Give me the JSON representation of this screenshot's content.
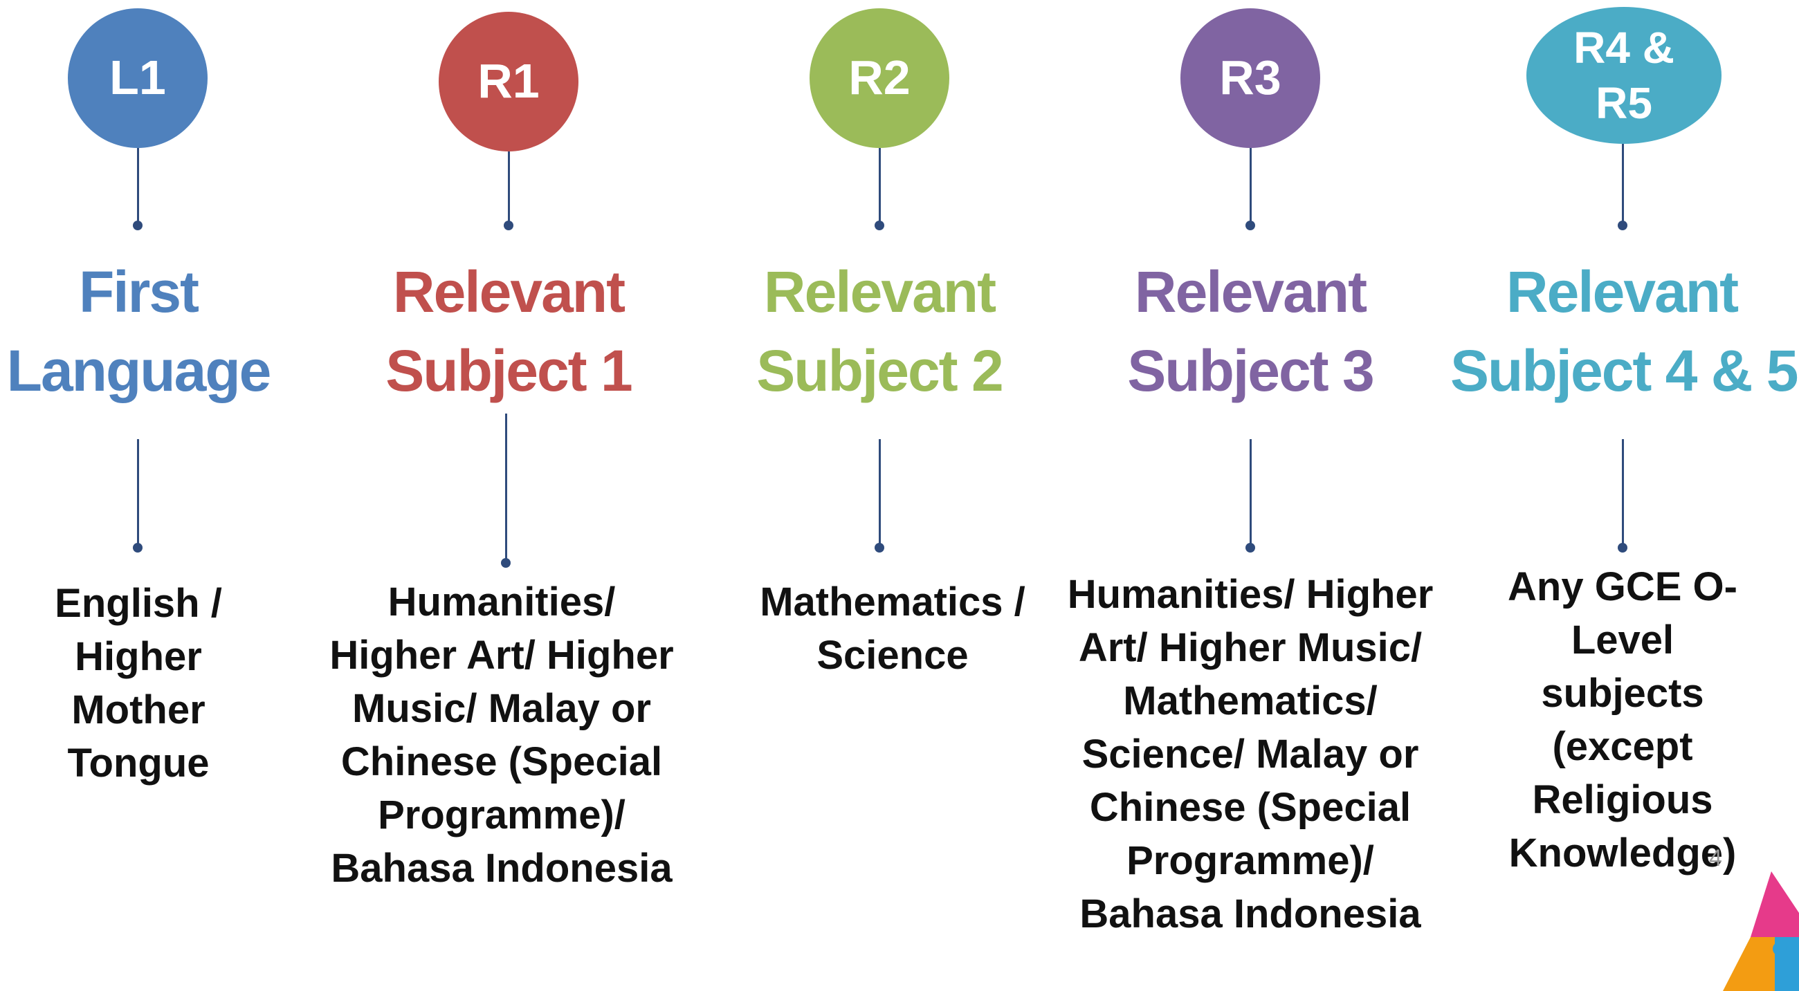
{
  "columns": [
    {
      "badge": "L1",
      "heading_line1": "First",
      "heading_line2": "Language",
      "subjects": "English / Higher Mother Tongue",
      "color": "#4f81bd"
    },
    {
      "badge": "R1",
      "heading_line1": "Relevant",
      "heading_line2": "Subject 1",
      "subjects": "Humanities/ Higher Art/ Higher Music/ Malay or Chinese (Special Programme)/ Bahasa Indonesia",
      "color": "#c0504d"
    },
    {
      "badge": "R2",
      "heading_line1": "Relevant",
      "heading_line2": "Subject 2",
      "subjects": "Mathematics / Science",
      "color": "#9bbb59"
    },
    {
      "badge": "R3",
      "heading_line1": "Relevant",
      "heading_line2": "Subject 3",
      "subjects": "Humanities/ Higher Art/ Higher Music/ Mathematics/ Science/ Malay or Chinese (Special Programme)/ Bahasa Indonesia",
      "color": "#8064a2"
    },
    {
      "badge": "R4 &\nR5",
      "heading_line1": "Relevant",
      "heading_line2": "Subject 4 & 5",
      "subjects": "Any GCE O-Level subjects (except Religious Knowledge)",
      "color": "#4bacc6"
    }
  ],
  "page_number": "4",
  "logo": {
    "icon": "puzzle-logo-icon",
    "colors": [
      "#e63a8a",
      "#f39c12",
      "#2e9fd8"
    ]
  }
}
